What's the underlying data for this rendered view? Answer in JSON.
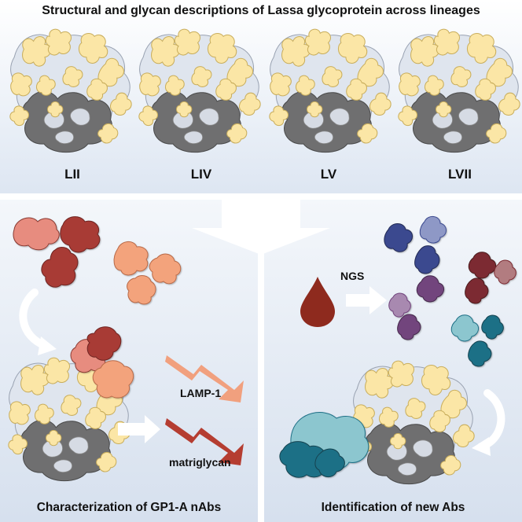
{
  "header": {
    "title": "Structural and glycan descriptions of Lassa glycoprotein across lineages",
    "lineages": [
      "LII",
      "LIV",
      "LV",
      "LVII"
    ]
  },
  "left_panel": {
    "caption": "Characterization of GP1-A nAbs",
    "receptor_1": "LAMP-1",
    "receptor_2": "matriglycan"
  },
  "right_panel": {
    "caption": "Identification of new Abs",
    "method": "NGS"
  },
  "colors": {
    "glycan": "#fbe6a6",
    "glycan_stroke": "#c9ae5d",
    "protein_dark": "#6f6f70",
    "protein_light": "#d6dbe4",
    "panel_top": "#ffffff",
    "panel_bottom": "#dde6f2",
    "divider": "#ffffff",
    "ab_red_dark": "#a83a35",
    "ab_red_light": "#e78c7f",
    "ab_orange": "#f3a37c",
    "ab_navy": "#3b4a8f",
    "ab_maroon": "#7b2a30",
    "ab_purple": "#72447d",
    "ab_teal": "#1f6f86",
    "ab_teal_light": "#8cc6cf",
    "blood": "#8e2a1e",
    "arrow_light": "#f1a07e",
    "arrow_dark": "#b53d31"
  }
}
